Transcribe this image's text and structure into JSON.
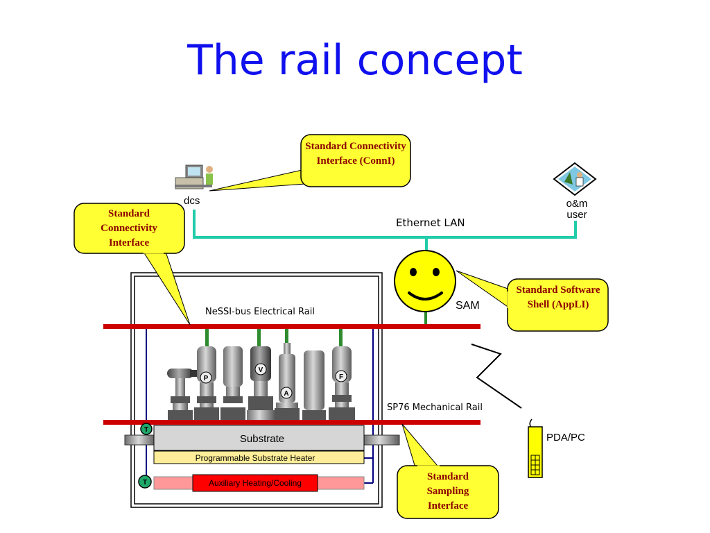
{
  "title": "The rail concept",
  "callouts": {
    "conni": "Standard Connectivity Interface (ConnI)",
    "connectivity": "Standard Connectivity Interface",
    "software_shell": "Standard Software Shell (AppLI)",
    "sampling": "Standard Sampling Interface"
  },
  "nodes": {
    "dcs": "dcs",
    "om_user": "o&m user",
    "sam": "SAM",
    "pda_pc": "PDA/PC"
  },
  "network": {
    "ethernet": "Ethernet LAN"
  },
  "rails": {
    "electrical": "NeSSI-bus Electrical Rail",
    "mechanical": "SP76 Mechanical Rail"
  },
  "layers": {
    "substrate": "Substrate",
    "heater": "Programmable Substrate Heater",
    "aux": "Auxiliary Heating/Cooling"
  },
  "components": {
    "p": "P",
    "v": "V",
    "a": "A",
    "f": "F",
    "t1": "T",
    "t2": "T"
  },
  "colors": {
    "title": "#1010ee",
    "callout_fill": "#ffff33",
    "rail": "#cc0000",
    "lan": "#22ccaa",
    "connector": "#2e8b2e",
    "heater": "#ffee99",
    "aux": "#ff0000"
  }
}
